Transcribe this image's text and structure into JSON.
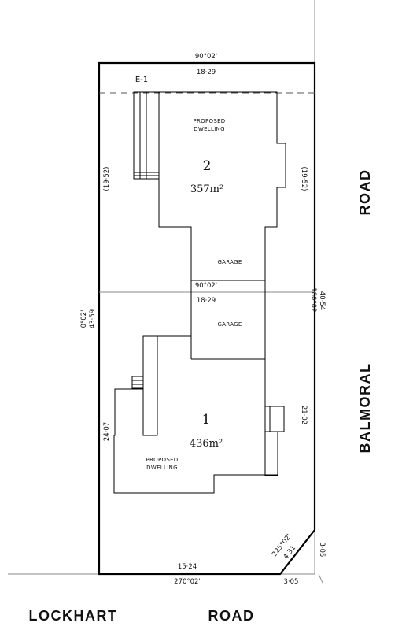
{
  "roads": {
    "bottom_left": "LOCKHART",
    "bottom_right": "ROAD",
    "right_top": "ROAD",
    "right_bottom": "BALMORAL"
  },
  "easement": "E-1",
  "lots": [
    {
      "number": "2",
      "area": "357m²",
      "dwelling_line1": "PROPOSED",
      "dwelling_line2": "DWELLING",
      "garage": "GARAGE"
    },
    {
      "number": "1",
      "area": "436m²",
      "dwelling_line1": "PROPOSED",
      "dwelling_line2": "DWELLING",
      "garage": "GARAGE"
    }
  ],
  "dimensions": {
    "top_bearing": "90°02'",
    "top_length": "18·29",
    "mid_bearing": "90°02'",
    "mid_length": "18·29",
    "left_bearing": "0°02'",
    "left_length": "43·59",
    "right_bearing": "180°02'",
    "right_length": "40·54",
    "lot2_left": "(19·52)",
    "lot2_right": "(19·52)",
    "lot1_left": "24·07",
    "lot1_right": "21·02",
    "bottom_length": "15·24",
    "bottom_bearing": "270°02'",
    "corner_bearing": "225°02'",
    "corner_length": "4·31",
    "corner_side_right": "3·05",
    "corner_side_bottom": "3·05"
  }
}
